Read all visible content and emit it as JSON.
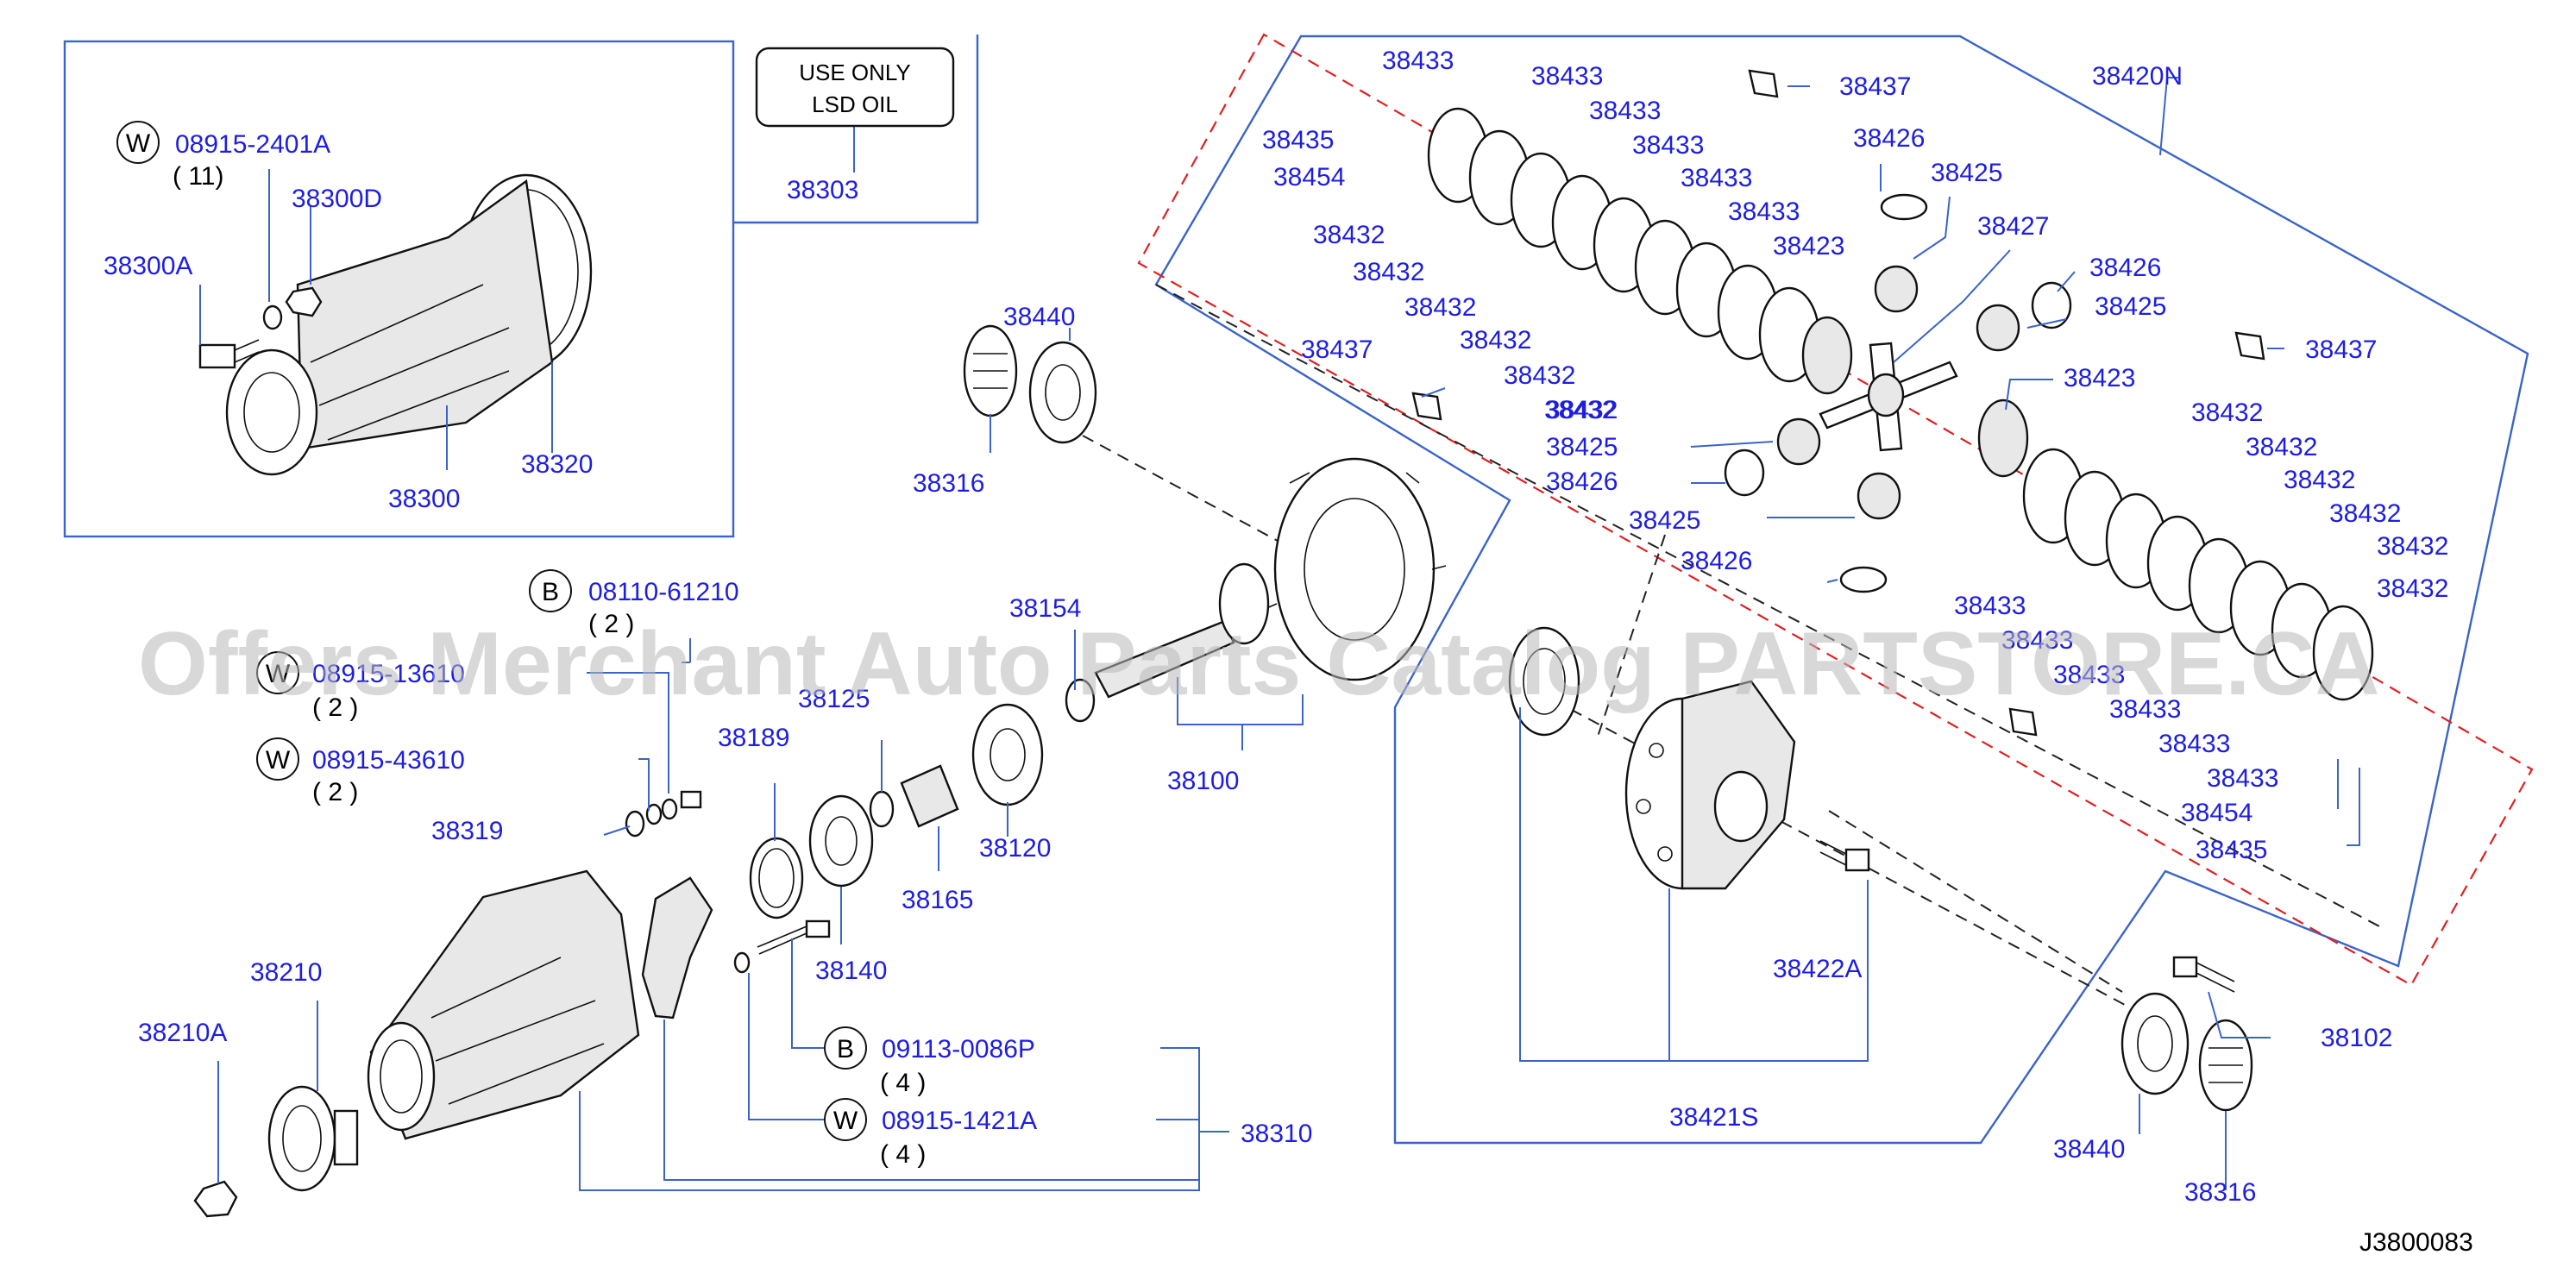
{
  "diagram_code": "J3800083",
  "watermark": "Offers Merchant Auto Parts Catalog PARTSTORE.CA",
  "note_box": {
    "line1": "USE   ONLY",
    "line2": "LSD   OIL"
  },
  "badges": {
    "w": "W",
    "b": "B"
  },
  "callouts": [
    {
      "text": "08915-2401A",
      "qty": "( 11)",
      "badge": "W"
    },
    {
      "text": "38300D"
    },
    {
      "text": "38300A"
    },
    {
      "text": "38320"
    },
    {
      "text": "38300"
    },
    {
      "text": "38303"
    },
    {
      "text": "38440"
    },
    {
      "text": "38316"
    },
    {
      "text": "08110-61210",
      "qty": "( 2 )",
      "badge": "B"
    },
    {
      "text": "08915-13610",
      "qty": "( 2 )",
      "badge": "W"
    },
    {
      "text": "08915-43610",
      "qty": "( 2 )",
      "badge": "W"
    },
    {
      "text": "38319"
    },
    {
      "text": "38154"
    },
    {
      "text": "38125"
    },
    {
      "text": "38189"
    },
    {
      "text": "38100"
    },
    {
      "text": "38120"
    },
    {
      "text": "38165"
    },
    {
      "text": "38140"
    },
    {
      "text": "38210"
    },
    {
      "text": "38210A"
    },
    {
      "text": "09113-0086P",
      "qty": "( 4 )",
      "badge": "B"
    },
    {
      "text": "08915-1421A",
      "qty": "( 4 )",
      "badge": "W"
    },
    {
      "text": "38310"
    },
    {
      "text": "38433"
    },
    {
      "text": "38435"
    },
    {
      "text": "38454"
    },
    {
      "text": "38432"
    },
    {
      "text": "38437"
    },
    {
      "text": "38426"
    },
    {
      "text": "38425"
    },
    {
      "text": "38427"
    },
    {
      "text": "38423"
    },
    {
      "text": "38420N"
    },
    {
      "text": "38422A"
    },
    {
      "text": "38421S"
    },
    {
      "text": "38102"
    },
    {
      "text": "38440"
    },
    {
      "text": "38316"
    }
  ]
}
